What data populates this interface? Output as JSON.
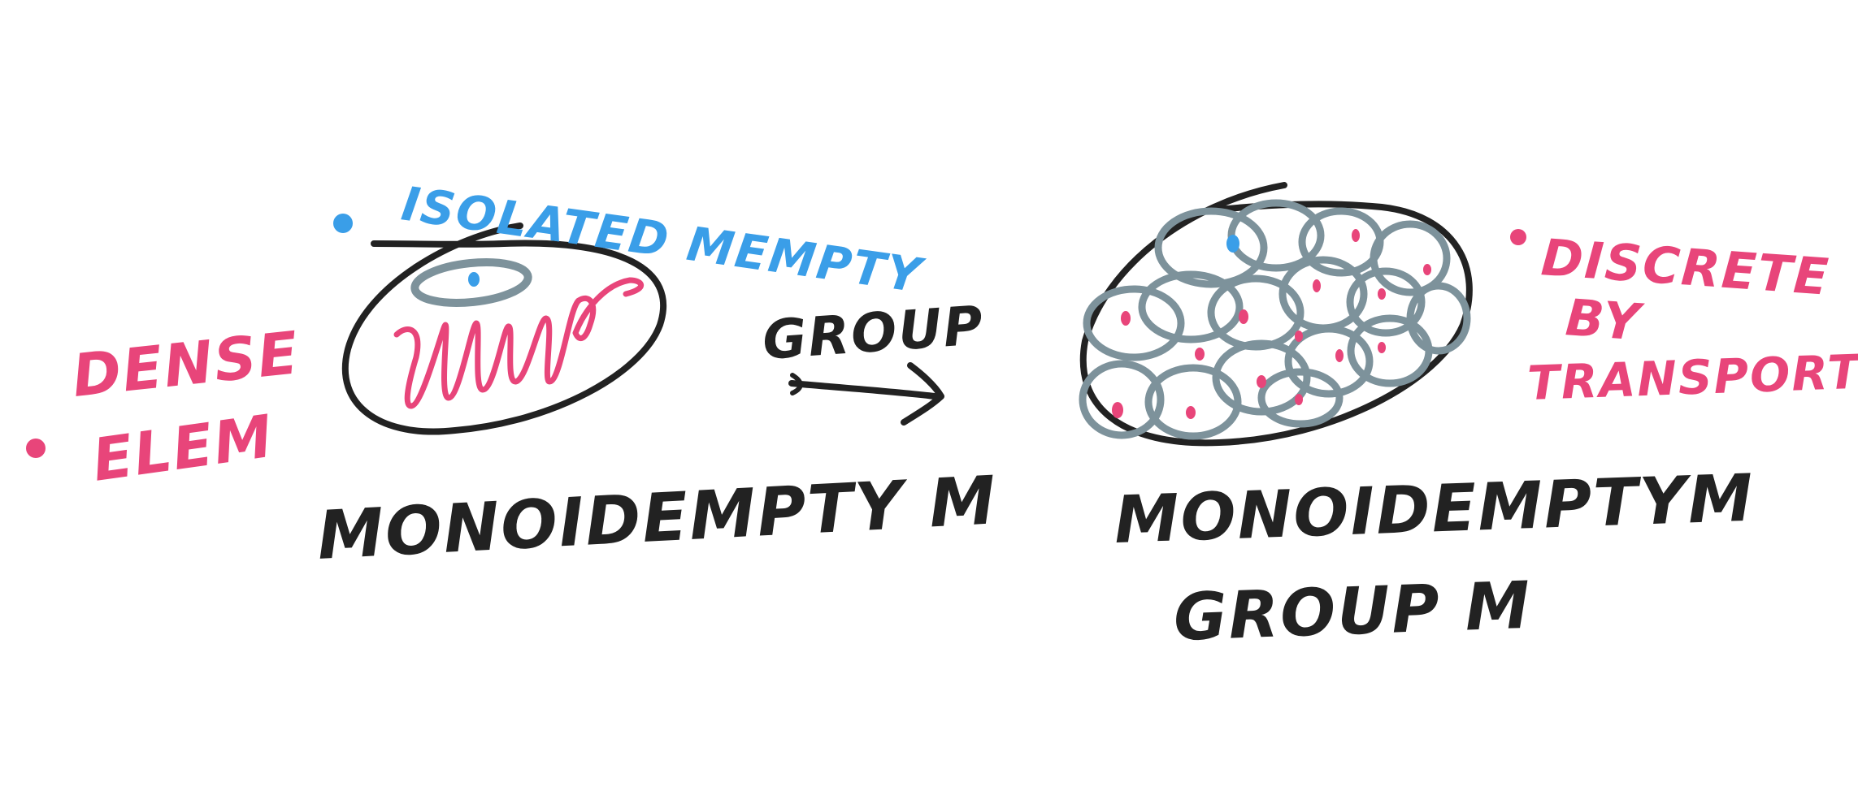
{
  "colors": {
    "ink": "#222222",
    "pink": "#e8457a",
    "blue": "#3a9ee8",
    "grey": "#7d929b"
  },
  "left": {
    "note_blue": "ISOLATED MEMPTY",
    "note_pink_line1": "DENSE",
    "note_pink_line2": "ELEM",
    "label": "MONOIDEMPTY M"
  },
  "middle": {
    "arrow_label": "GROUP"
  },
  "right": {
    "note_pink_line1": "DISCRETE",
    "note_pink_line2": "BY",
    "note_pink_line3": "TRANSPORT",
    "label_line1": "MONOIDEMPTYM",
    "label_line2": "GROUP M"
  }
}
